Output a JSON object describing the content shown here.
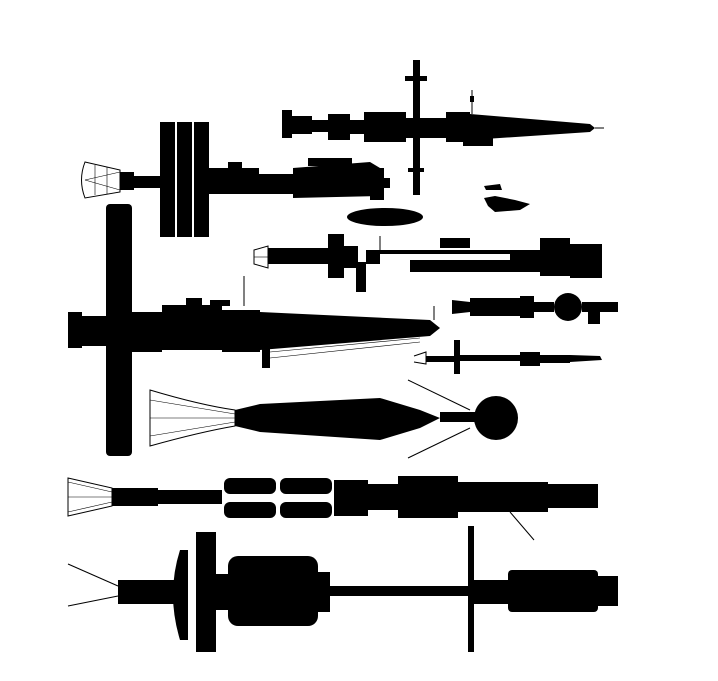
{
  "palette": {
    "ink": "#000000",
    "paper": "#ffffff"
  },
  "silhouettes": [
    {
      "id": "ship-long-lance",
      "label": ""
    },
    {
      "id": "ship-solar-wing-station",
      "label": ""
    },
    {
      "id": "ship-small-pod-a",
      "label": ""
    },
    {
      "id": "ship-small-pod-b",
      "label": ""
    },
    {
      "id": "ship-girder-cruiser",
      "label": ""
    },
    {
      "id": "ship-big-wing-station",
      "label": ""
    },
    {
      "id": "ship-sphere-probe",
      "label": ""
    },
    {
      "id": "ship-small-needle",
      "label": ""
    },
    {
      "id": "ship-bell-sphere",
      "label": ""
    },
    {
      "id": "ship-tank-liner",
      "label": ""
    },
    {
      "id": "ship-heavy-freighter",
      "label": ""
    }
  ]
}
